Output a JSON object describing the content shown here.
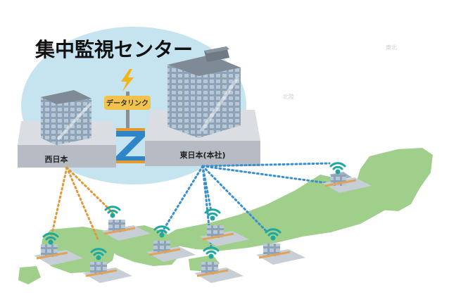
{
  "diagram": {
    "title": "集中監視センター",
    "datalink_label": "データリンク",
    "west_label": "西日本",
    "east_label": "東日本(本社)",
    "map_labels": [
      "東北",
      "北陸"
    ]
  },
  "colors": {
    "circle": "#c6e4ef",
    "map": "#9fcf8a",
    "link_blue": "#3a8fce",
    "link_orange": "#e09a3a",
    "wifi": "#1fa8a0",
    "bolt": "#f2b418",
    "tag": "#f3c24a",
    "z_blue": "#2e86c9",
    "z_orange": "#e69a2e"
  }
}
